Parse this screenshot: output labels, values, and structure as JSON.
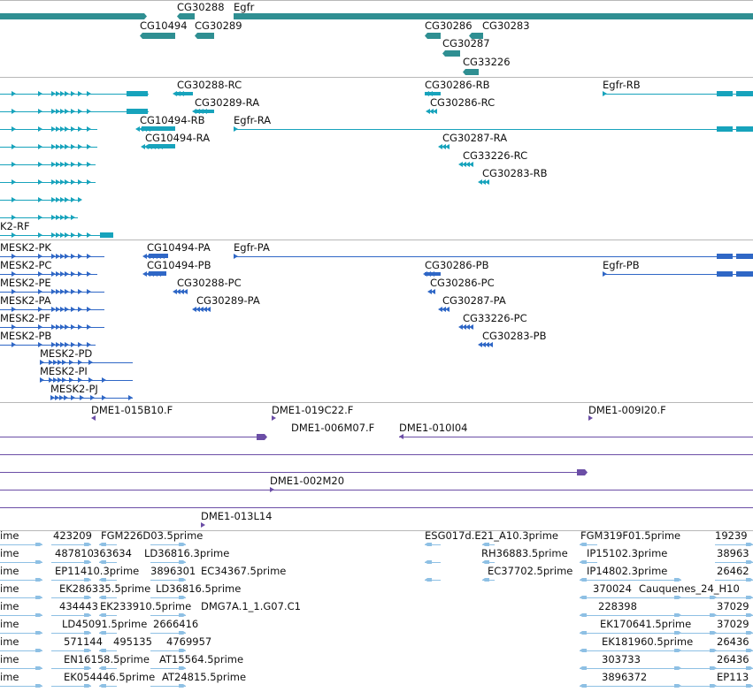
{
  "colors": {
    "gene": "#2f8f92",
    "transcript_rel": "#17a3bc",
    "transcript": "#2f67c6",
    "clone": "#6b4ea6",
    "est": "#8ec0e4",
    "separator": "#b8b8b8"
  },
  "tracks": {
    "genes": {
      "labels": [
        "CG30288",
        "Egfr",
        "CG10494",
        "CG30289",
        "CG30286",
        "CG30283",
        "CG30287",
        "CG33226"
      ]
    },
    "transcripts_a": {
      "labels": [
        "CG30288-RC",
        "CG30286-RB",
        "Egfr-RB",
        "CG30289-RA",
        "CG30286-RC",
        "CG10494-RB",
        "Egfr-RA",
        "CG10494-RA",
        "CG30287-RA",
        "CG33226-RC",
        "CG30283-RB",
        "K2-RF"
      ]
    },
    "transcripts_b": {
      "labels": [
        "MESK2-PK",
        "CG10494-PA",
        "Egfr-PA",
        "MESK2-PC",
        "CG10494-PB",
        "CG30286-PB",
        "Egfr-PB",
        "MESK2-PE",
        "CG30288-PC",
        "CG30286-PC",
        "MESK2-PA",
        "CG30289-PA",
        "CG30287-PA",
        "MESK2-PF",
        "CG33226-PC",
        "MESK2-PB",
        "CG30283-PB",
        "MESK2-PD",
        "MESK2-PI",
        "MESK2-PJ"
      ]
    },
    "clones": {
      "labels": [
        "DME1-015B10.F",
        "DME1-019C22.F",
        "DME1-009I20.F",
        "DME1-006M07.F",
        "DME1-010I04",
        "DME1-002M20",
        "DME1-013L14"
      ]
    },
    "ests": {
      "labels": [
        "ime",
        "423209",
        "FGM226D03.5prime",
        "ESG017d.E21_A10.3prime",
        "FGM319F01.5prime",
        "19239",
        "ime",
        "487810",
        "363634",
        "LD36816.3prime",
        "RH36883.5prime",
        "IP15102.3prime",
        "38963",
        "ime",
        "EP11410.3prime",
        "3896301",
        "EC34367.5prime",
        "EC37702.5prime",
        "IP14802.3prime",
        "26462",
        "ime",
        "EK286335.5prime",
        "LD36816.5prime",
        "370024",
        "Cauquenes_24_H10",
        "ime",
        "434443",
        "EK233910.5prime",
        "DMG7A.1_1.G07.C1",
        "228398",
        "37029",
        "ime",
        "LD45091.5prime",
        "2666416",
        "EK170641.5prime",
        "37029",
        "ime",
        "571144",
        "495135",
        "4769957",
        "EK181960.5prime",
        "26436",
        "ime",
        "EN16158.5prime",
        "AT15564.5prime",
        "303733",
        "26436",
        "ime",
        "EK054446.5prime",
        "AT24815.5prime",
        "3896372",
        "EP113"
      ]
    }
  }
}
